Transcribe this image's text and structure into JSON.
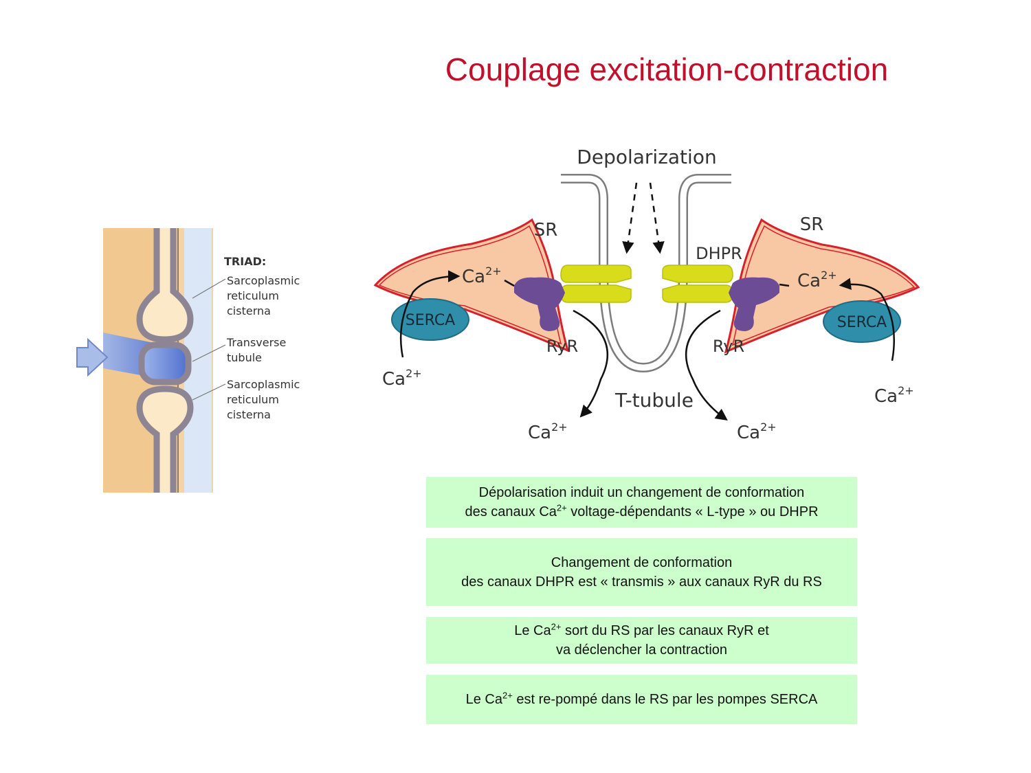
{
  "title": "Couplage excitation-contraction",
  "triad": {
    "heading": "TRIAD:",
    "label1": [
      "Sarcoplasmic",
      "reticulum",
      "cisterna"
    ],
    "label2": [
      "Transverse",
      "tubule"
    ],
    "label3": [
      "Sarcoplasmic",
      "reticulum",
      "cisterna"
    ]
  },
  "diagram": {
    "depolarization": "Depolarization",
    "sr": "SR",
    "dhpr": "DHPR",
    "serca": "SERCA",
    "ryr": "RyR",
    "ttubule": "T-tubule",
    "ca": "Ca",
    "ca_charge": "2+"
  },
  "steps": [
    {
      "line1": "Dépolarisation induit un changement de conformation",
      "line2_pre": "des canaux Ca",
      "line2_sup": "2+",
      "line2_post": "  voltage-dépendants « L-type » ou DHPR"
    },
    {
      "line1": "Changement de conformation",
      "line2": "des canaux DHPR est « transmis » aux canaux RyR du RS"
    },
    {
      "line1_pre": "Le Ca",
      "line1_sup": "2+",
      "line1_post": " sort du RS par les canaux RyR et",
      "line2": "va déclencher la contraction"
    },
    {
      "line1_pre": "Le Ca",
      "line1_sup": "2+",
      "line1_post": " est re-pompé dans le RS par les pompes SERCA"
    }
  ]
}
